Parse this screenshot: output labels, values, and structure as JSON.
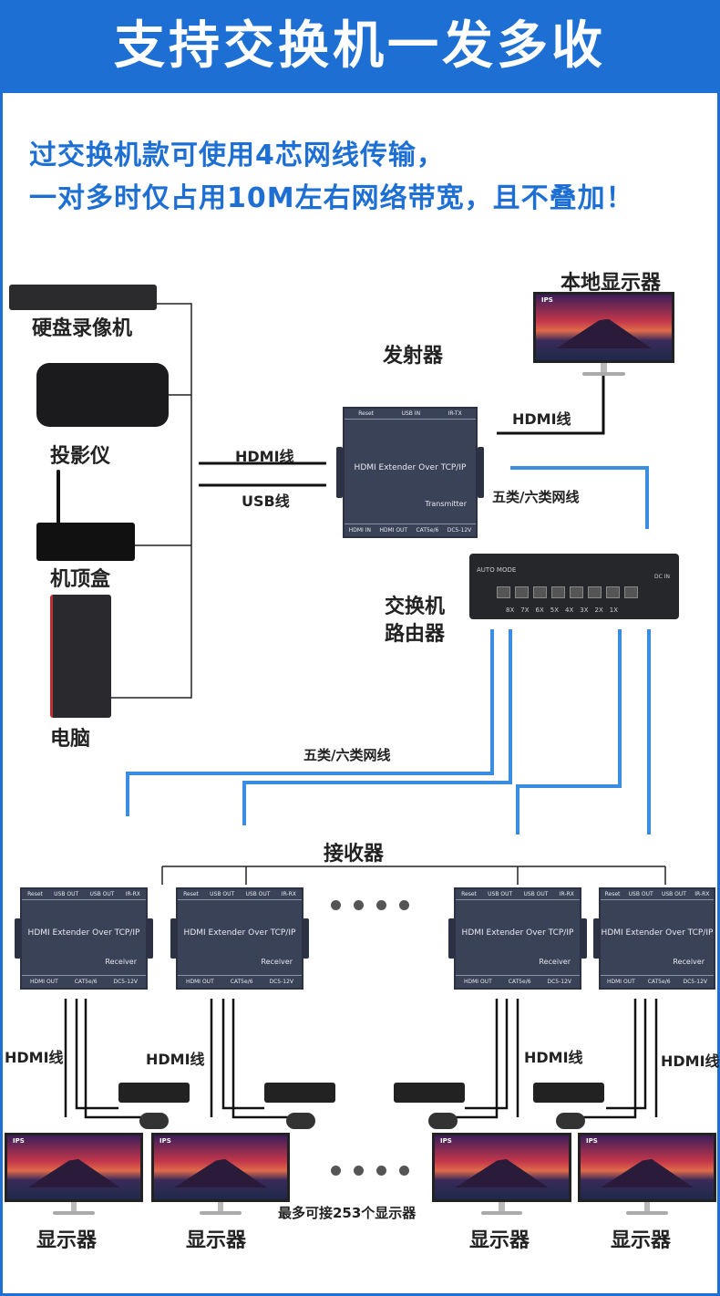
{
  "header": {
    "title": "支持交换机一发多收"
  },
  "subtitle": {
    "line1": "过交换机款可使用4芯网线传输，",
    "line2": "一对多时仅占用10M左右网络带宽，且不叠加！"
  },
  "sources": {
    "dvr": "硬盘录像机",
    "projector": "投影仪",
    "settop": "机顶盒",
    "pc": "电脑"
  },
  "cables": {
    "hdmi": "HDMI线",
    "usb": "USB线",
    "network": "五类/六类网线"
  },
  "transmitter": {
    "label": "发射器",
    "title": "HDMI Extender Over TCP/IP",
    "role": "Transmitter",
    "ports_bottom": [
      "HDMI IN",
      "HDMI OUT",
      "CAT5e/6",
      "DC5-12V"
    ],
    "ports_top": [
      "Reset",
      "USB IN",
      "IR-TX"
    ]
  },
  "local_monitor": {
    "label": "本地显示器",
    "badge": "IPS"
  },
  "switch": {
    "label1": "交换机",
    "label2": "路由器",
    "ports": [
      "8X",
      "7X",
      "6X",
      "5X",
      "4X",
      "3X",
      "2X",
      "1X"
    ],
    "dc": "DC IN",
    "mode": "AUTO MODE"
  },
  "receivers": {
    "label": "接收器",
    "title": "HDMI Extender Over TCP/IP",
    "role": "Receiver",
    "ports_bottom": [
      "HDMI OUT",
      "CAT5e/6",
      "DC5-12V"
    ],
    "ports_top": [
      "Reset",
      "USB OUT",
      "USB OUT",
      "IR-RX"
    ]
  },
  "monitors": {
    "label": "显示器",
    "badge": "IPS",
    "max_note": "最多可接253个显示器"
  },
  "colors": {
    "accent": "#1e6fd3",
    "cable_blue": "#3a8de0"
  }
}
